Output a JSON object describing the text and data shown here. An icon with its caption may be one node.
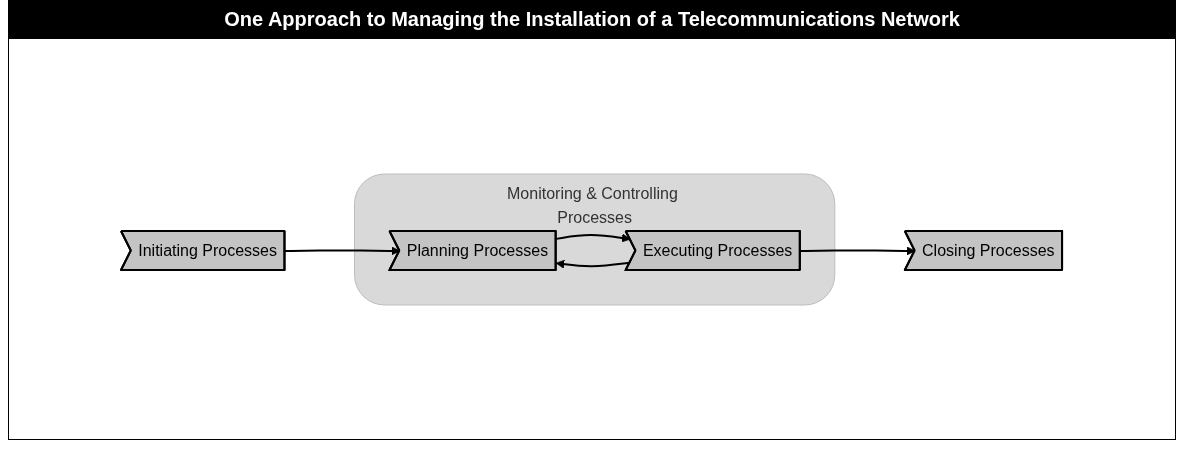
{
  "diagram": {
    "title": "One Approach to Managing the Installation of a Telecommunications Network",
    "nodes": [
      {
        "text": [
          "Monitoring & Controlling Processes"
        ]
      },
      {
        "text": [
          "Initiating Processes"
        ]
      },
      {
        "text": [
          "Planning Processes"
        ],
        "in": 0
      },
      {
        "text": [
          "Executing Processes"
        ],
        "in": 0
      },
      {
        "text": [
          "Closing Processes"
        ]
      }
    ],
    "edges": [
      {
        "from": 1,
        "to": 2,
        "arrow": "to"
      },
      {
        "from": 2,
        "to": 3,
        "arrow": "to"
      },
      {
        "from": 3,
        "to": 2,
        "arrow": "to"
      },
      {
        "from": 3,
        "to": 4,
        "arrow": "to"
      }
    ]
  }
}
